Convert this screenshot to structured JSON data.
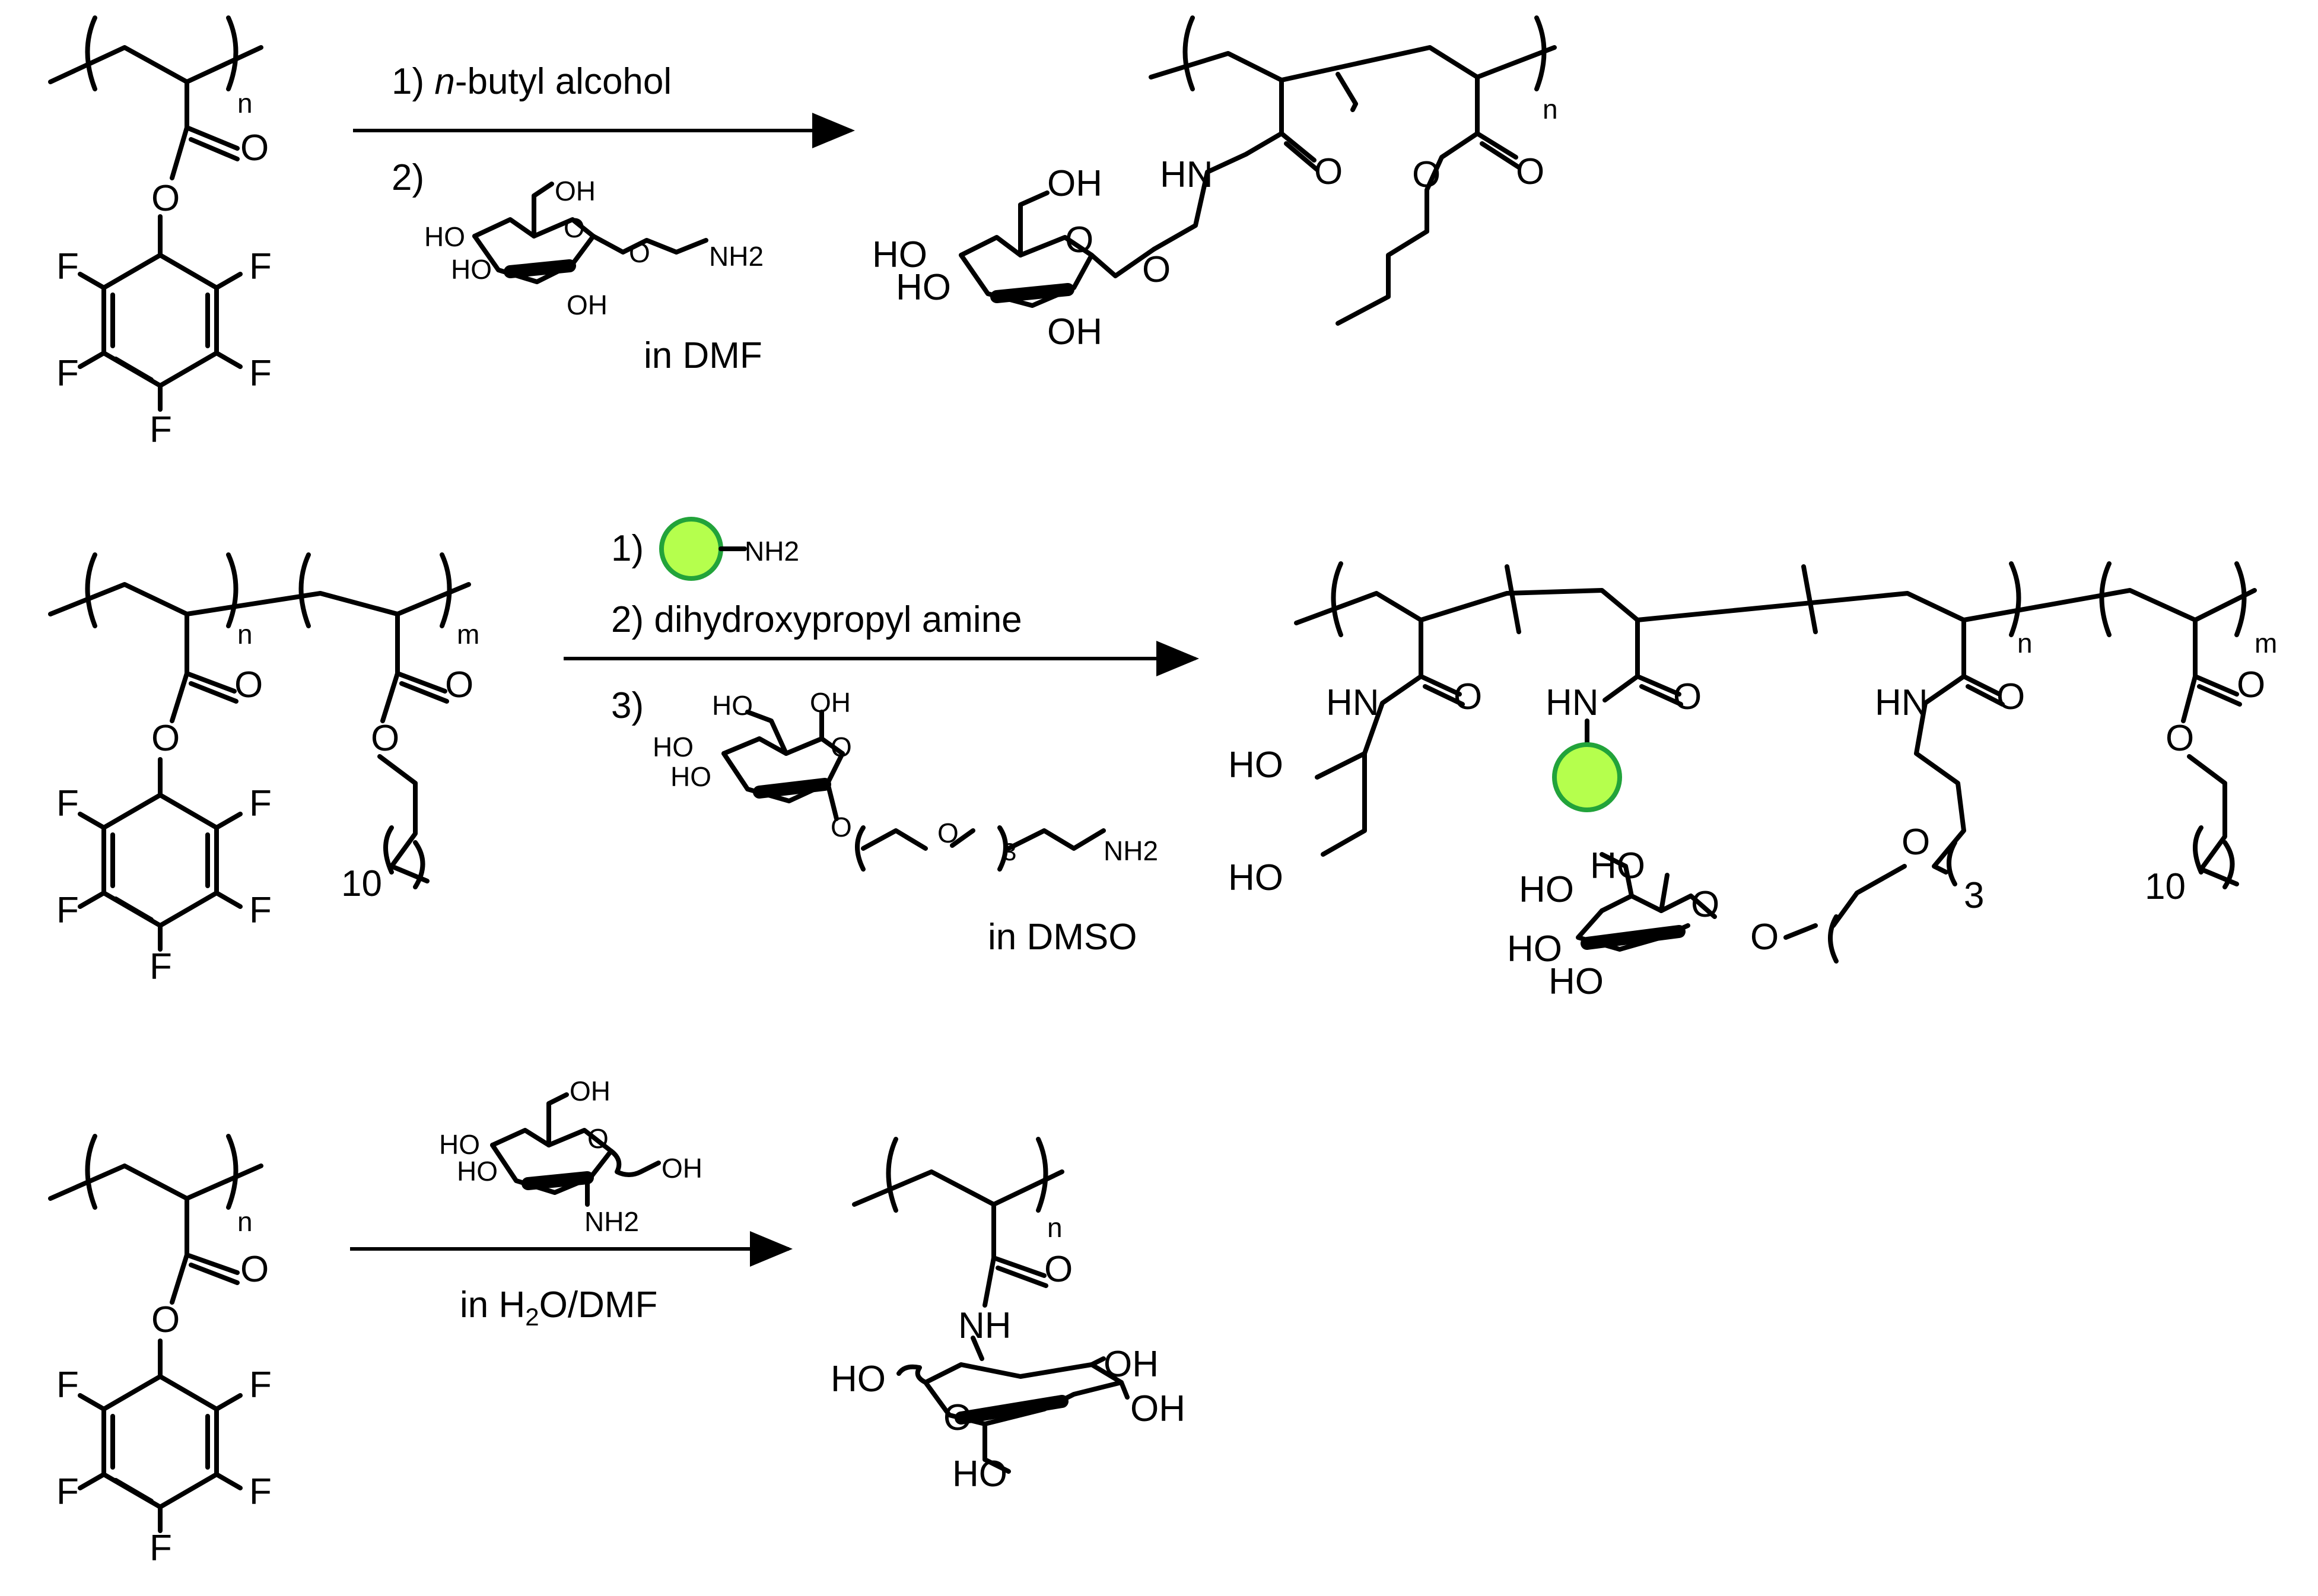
{
  "colors": {
    "bead_fill": "#b5ff4d",
    "bead_stroke": "#22a33a",
    "ink": "#000000"
  },
  "labels": {
    "F": "F",
    "O": "O",
    "n": "n",
    "m": "m",
    "HO": "HO",
    "OH": "OH",
    "HN": "HN",
    "NH": "NH",
    "NH2": "NH2",
    "N": "N",
    "H": "H",
    "subscript_2": "2",
    "subscript_3": "3",
    "ten": "10"
  },
  "reaction1": {
    "step1_num": "1)",
    "step1_italic": "n",
    "step1_rest": "-butyl alcohol",
    "step2_num": "2)",
    "solvent": "in DMF"
  },
  "reaction2": {
    "step1_num": "1)",
    "step2": "2) dihydroxypropyl amine",
    "step3_num": "3)",
    "solvent": "in DMSO"
  },
  "reaction3": {
    "solvent_pre": "in H",
    "solvent_sub": "2",
    "solvent_post": "O/DMF"
  }
}
